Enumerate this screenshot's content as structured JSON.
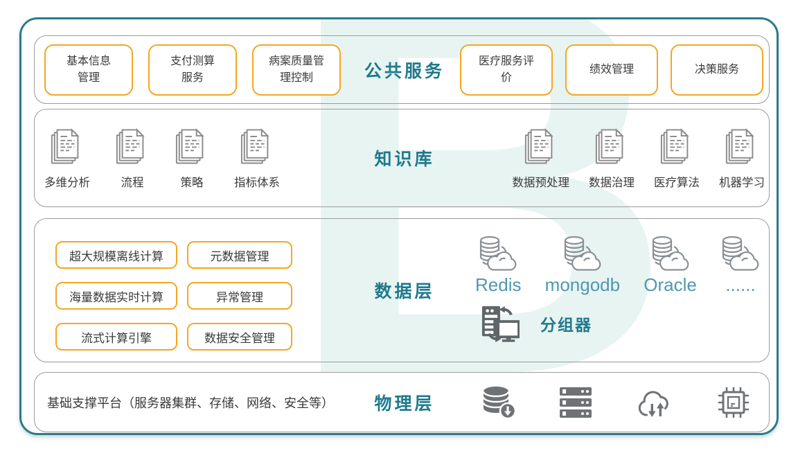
{
  "colors": {
    "frame_teal": "#2a7b8b",
    "label_teal": "#1f7a8c",
    "box_orange": "#f5a623",
    "db_text_blue": "#4f98ae",
    "watermark_mint": "#e8f4f2",
    "icon_gray": "#8a8a8a"
  },
  "watermark": {
    "glyph": "B"
  },
  "layers": {
    "public": {
      "label": "公共服务",
      "boxes_left": [
        "基本信息\n管理",
        "支付测算\n服务",
        "病案质量管\n理控制"
      ],
      "boxes_right": [
        "医疗服务评\n价",
        "绩效管理",
        "决策服务"
      ]
    },
    "knowledge": {
      "label": "知识库",
      "items_left": [
        "多维分析",
        "流程",
        "策略",
        "指标体系"
      ],
      "items_right": [
        "数据预处理",
        "数据治理",
        "医疗算法",
        "机器学习"
      ]
    },
    "data": {
      "label": "数据层",
      "boxes": [
        "超大规模离线计算",
        "元数据管理",
        "海量数据实时计算",
        "异常管理",
        "流式计算引擎",
        "数据安全管理"
      ],
      "databases": [
        "Redis",
        "mongodb",
        "Oracle",
        "......"
      ],
      "grouper": "分组器"
    },
    "physical": {
      "label": "物理层",
      "platform": "基础支撑平台（服务器集群、存储、网络、安全等）"
    }
  }
}
